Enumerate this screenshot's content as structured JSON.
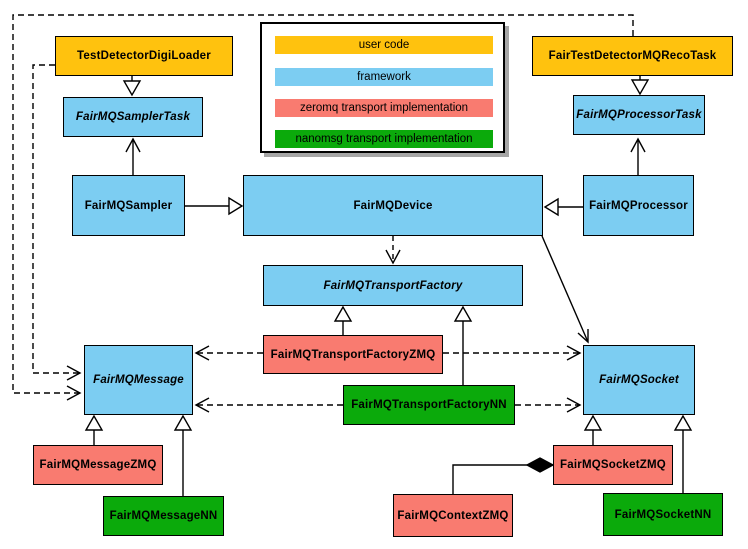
{
  "colors": {
    "user_code": "#FFC20E",
    "framework": "#7CCDF2",
    "zeromq": "#F97B70",
    "nanomsg": "#0BAA0B",
    "line": "#000000"
  },
  "legend": {
    "items": [
      {
        "label": "user code",
        "role": "user_code"
      },
      {
        "label": "framework",
        "role": "framework"
      },
      {
        "label": "zeromq transport implementation",
        "role": "zeromq"
      },
      {
        "label": "nanomsg transport implementation",
        "role": "nanomsg"
      }
    ]
  },
  "nodes": {
    "digiloader": {
      "label": "TestDetectorDigiLoader",
      "role": "user_code"
    },
    "recotask": {
      "label": "FairTestDetectorMQRecoTask",
      "role": "user_code"
    },
    "samplertask": {
      "label": "FairMQSamplerTask",
      "role": "framework"
    },
    "processortask": {
      "label": "FairMQProcessorTask",
      "role": "framework"
    },
    "sampler": {
      "label": "FairMQSampler",
      "role": "framework"
    },
    "device": {
      "label": "FairMQDevice",
      "role": "framework"
    },
    "processor": {
      "label": "FairMQProcessor",
      "role": "framework"
    },
    "transportfactory": {
      "label": "FairMQTransportFactory",
      "role": "framework"
    },
    "transportfactoryzmq": {
      "label": "FairMQTransportFactoryZMQ",
      "role": "zeromq"
    },
    "transportfactorynn": {
      "label": "FairMQTransportFactoryNN",
      "role": "nanomsg"
    },
    "message": {
      "label": "FairMQMessage",
      "role": "framework"
    },
    "socket": {
      "label": "FairMQSocket",
      "role": "framework"
    },
    "messagezmq": {
      "label": "FairMQMessageZMQ",
      "role": "zeromq"
    },
    "messagenn": {
      "label": "FairMQMessageNN",
      "role": "nanomsg"
    },
    "socketzmq": {
      "label": "FairMQSocketZMQ",
      "role": "zeromq"
    },
    "socketnn": {
      "label": "FairMQSocketNN",
      "role": "nanomsg"
    },
    "contextzmq": {
      "label": "FairMQContextZMQ",
      "role": "zeromq"
    }
  }
}
